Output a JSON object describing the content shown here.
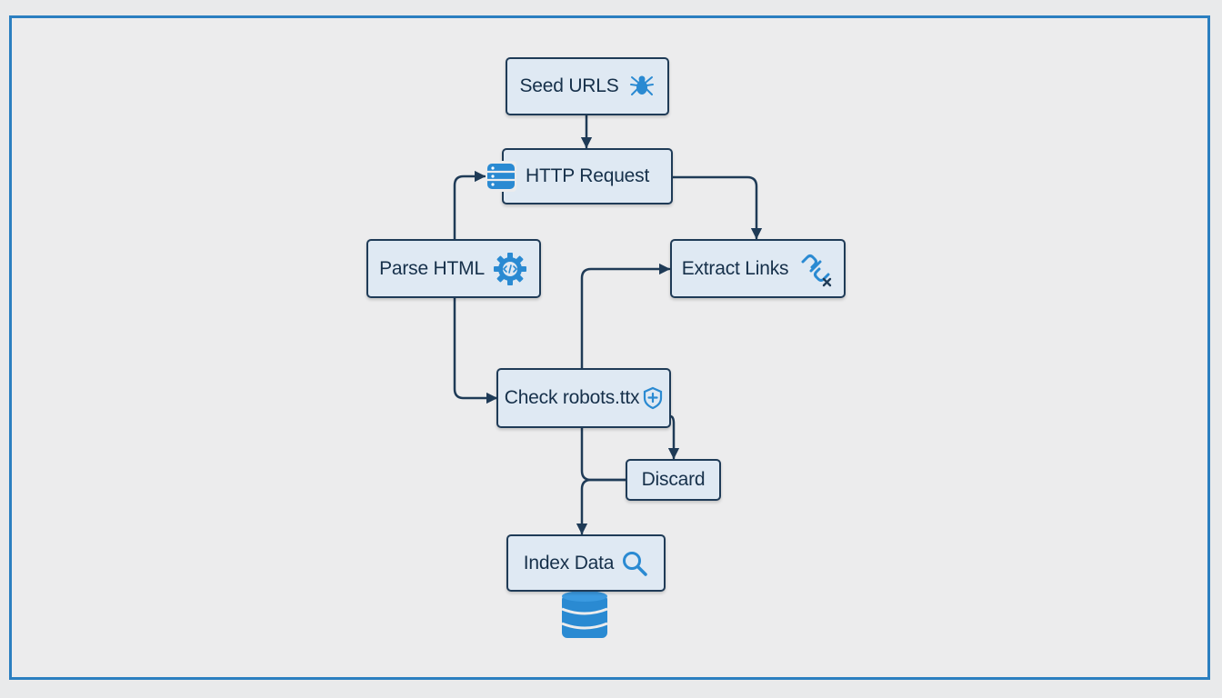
{
  "diagram": {
    "nodes": {
      "seed": {
        "label": "Seed URLS",
        "icon": "spider-icon"
      },
      "http": {
        "label": "HTTP Request",
        "icon": "database-icon"
      },
      "parse": {
        "label": "Parse HTML",
        "icon": "gear-code-icon"
      },
      "extract": {
        "label": "Extract Links",
        "icon": "broken-link-icon"
      },
      "robots": {
        "label": "Check robots.ttx",
        "icon": "shield-icon"
      },
      "discard": {
        "label": "Discard"
      },
      "index": {
        "label": "Index Data",
        "icon": "search-icon"
      }
    },
    "edges": [
      {
        "from": "seed",
        "to": "http"
      },
      {
        "from": "http",
        "to": "extract"
      },
      {
        "from": "parse",
        "to": "http"
      },
      {
        "from": "parse",
        "to": "robots"
      },
      {
        "from": "robots",
        "to": "extract"
      },
      {
        "from": "robots",
        "to": "discard"
      },
      {
        "from": "robots",
        "to": "index"
      },
      {
        "from": "discard",
        "to": "index"
      }
    ],
    "colors": {
      "accent": "#2b7fc0",
      "icon": "#2a8ad2",
      "line": "#1f3b57",
      "node_fill": "#dfe9f3",
      "text": "#16304a",
      "background": "#ececed"
    }
  }
}
